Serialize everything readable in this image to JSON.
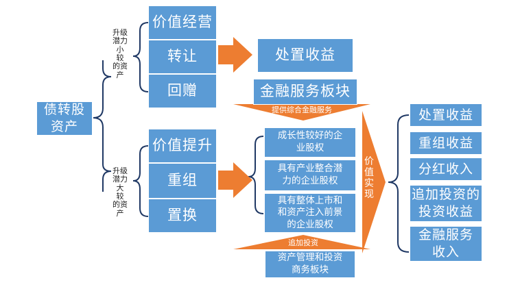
{
  "root": {
    "label_line1": "债转股",
    "label_line2": "资产"
  },
  "upper_branch": {
    "caption_chars": [
      "升级",
      "潜力小",
      "较",
      "的资",
      "产"
    ],
    "items": [
      "价值经营",
      "转让",
      "回赠"
    ],
    "result": "处置收益",
    "platform": "金融服务板块",
    "banner": "提供综合金融服务"
  },
  "lower_branch": {
    "caption_chars": [
      "升级",
      "潜力大",
      "较",
      "的资",
      "产"
    ],
    "items": [
      "价值提升",
      "重组",
      "置换"
    ],
    "targets": [
      {
        "line1": "成长性较好的企",
        "line2": "业股权"
      },
      {
        "line1": "具有产业整合潜",
        "line2": "力的企业股权"
      },
      {
        "line1": "具有整体上市和",
        "line2": "和资产注入前景",
        "line3": "的企业股权"
      }
    ],
    "banner": "追加投资",
    "platform_line1": "资产管理和投资",
    "platform_line2": "商务板块"
  },
  "value_realization": {
    "chars": [
      "价",
      "值",
      "实",
      "现"
    ]
  },
  "outcomes": [
    {
      "line1": "处置收益"
    },
    {
      "line1": "重组收益"
    },
    {
      "line1": "分红收入"
    },
    {
      "line1": "追加投资的",
      "line2": "投资收益"
    },
    {
      "line1": "金融服务",
      "line2": "收入"
    }
  ],
  "colors": {
    "box_blue": "#5b9bd5",
    "arrow_orange": "#ed7d31",
    "line_dark": "#1f3864"
  }
}
